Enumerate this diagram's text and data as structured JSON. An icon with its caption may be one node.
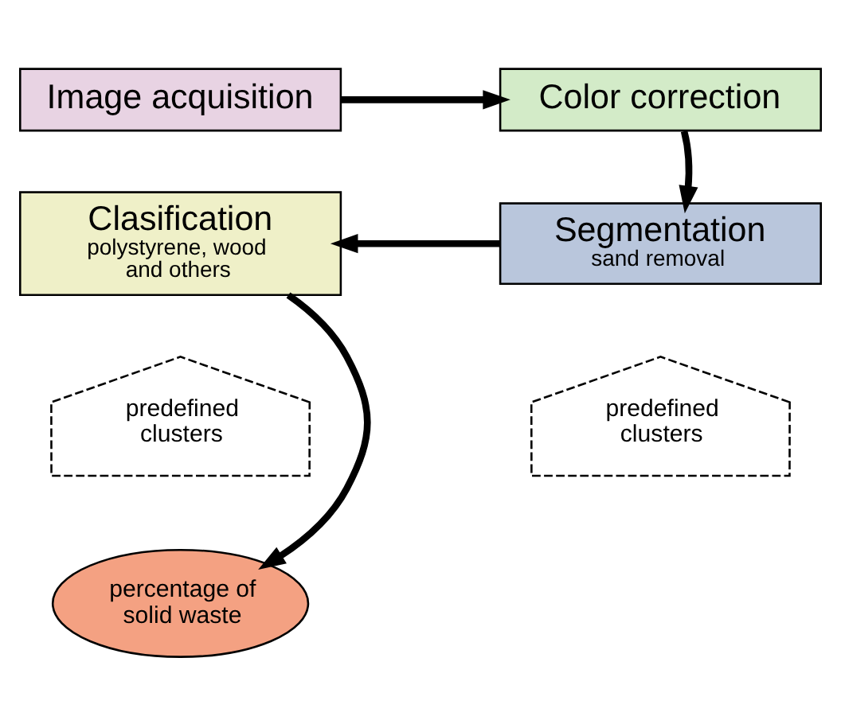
{
  "diagram": {
    "nodes": [
      {
        "text": [
          "Image acquisition"
        ]
      },
      {
        "text": [
          "Color correction"
        ]
      },
      {
        "text": [
          "Clasification",
          "polystyrene, wood and others"
        ]
      },
      {
        "text": [
          "Segmentation",
          "sand removal"
        ]
      },
      {
        "text": [
          "predefined clusters"
        ]
      },
      {
        "text": [
          "predefined clusters"
        ]
      },
      {
        "text": [
          "percentage of solid waste"
        ]
      }
    ],
    "edges": [
      {
        "from": 0,
        "to": 1,
        "arrow": "to"
      },
      {
        "from": 1,
        "to": 3,
        "arrow": "to"
      },
      {
        "from": 3,
        "to": 2,
        "arrow": "to"
      },
      {
        "from": 2,
        "to": 6,
        "arrow": "to"
      }
    ]
  }
}
